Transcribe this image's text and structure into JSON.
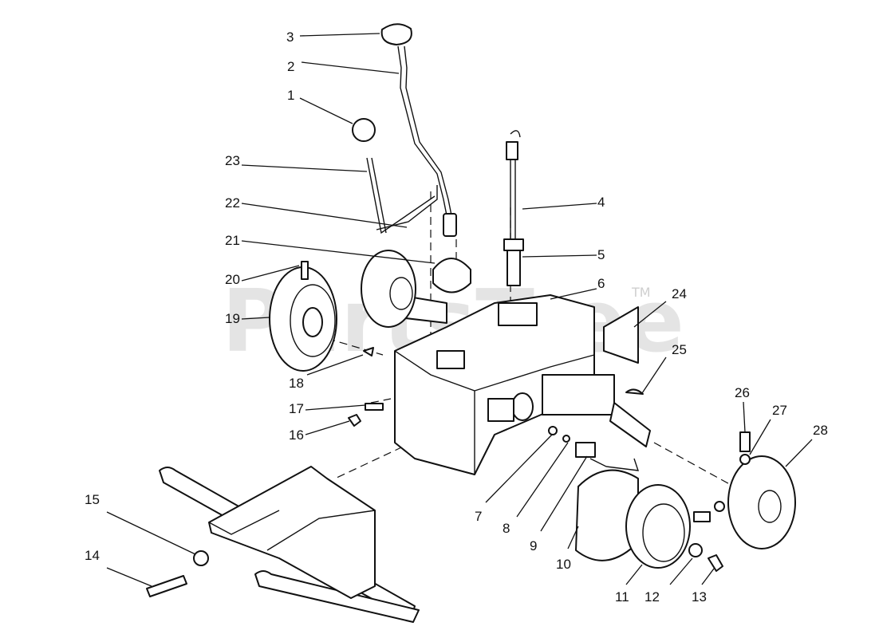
{
  "watermark": {
    "text": "PartsTree",
    "trademark": "TM"
  },
  "callouts": [
    "1",
    "2",
    "3",
    "4",
    "5",
    "6",
    "7",
    "8",
    "9",
    "10",
    "11",
    "12",
    "13",
    "14",
    "15",
    "16",
    "17",
    "18",
    "19",
    "20",
    "21",
    "22",
    "23",
    "24",
    "25",
    "26",
    "27",
    "28"
  ]
}
